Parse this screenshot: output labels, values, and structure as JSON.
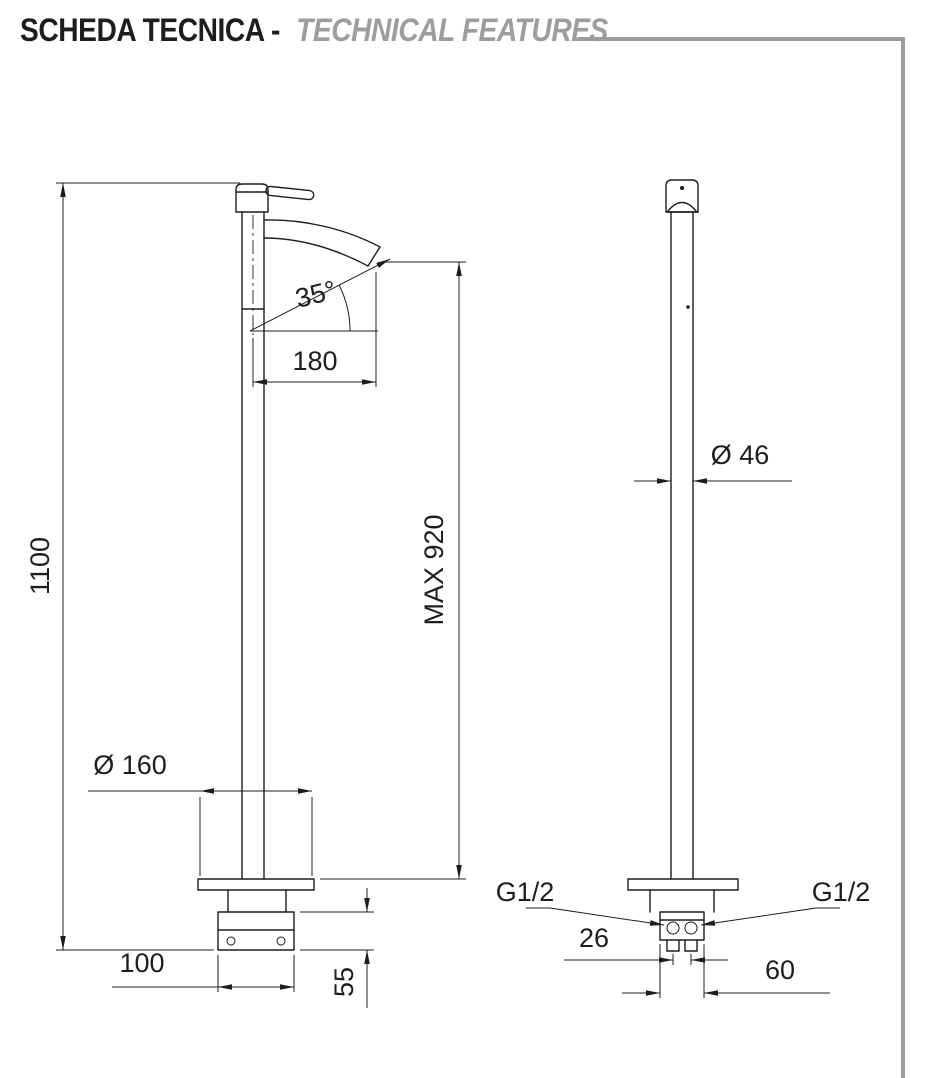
{
  "colors": {
    "ink": "#1d1d1b",
    "accent": "#9d9d9c"
  },
  "header": {
    "title_it": "SCHEDA TECNICA -",
    "title_en": "TECHNICAL FEATURES"
  },
  "front_view": {
    "dimensions": {
      "total_height": "1100",
      "spout_projection": "180",
      "spout_angle": "35°",
      "max_spout_height": "MAX 920",
      "base_plate_diameter": "Ø 160",
      "base_depth": "100",
      "base_plate_height": "55"
    }
  },
  "side_view": {
    "dimensions": {
      "column_diameter": "Ø 46",
      "left_connection": "G1/2",
      "right_connection": "G1/2",
      "inlet_spacing": "26",
      "base_width": "60"
    }
  }
}
